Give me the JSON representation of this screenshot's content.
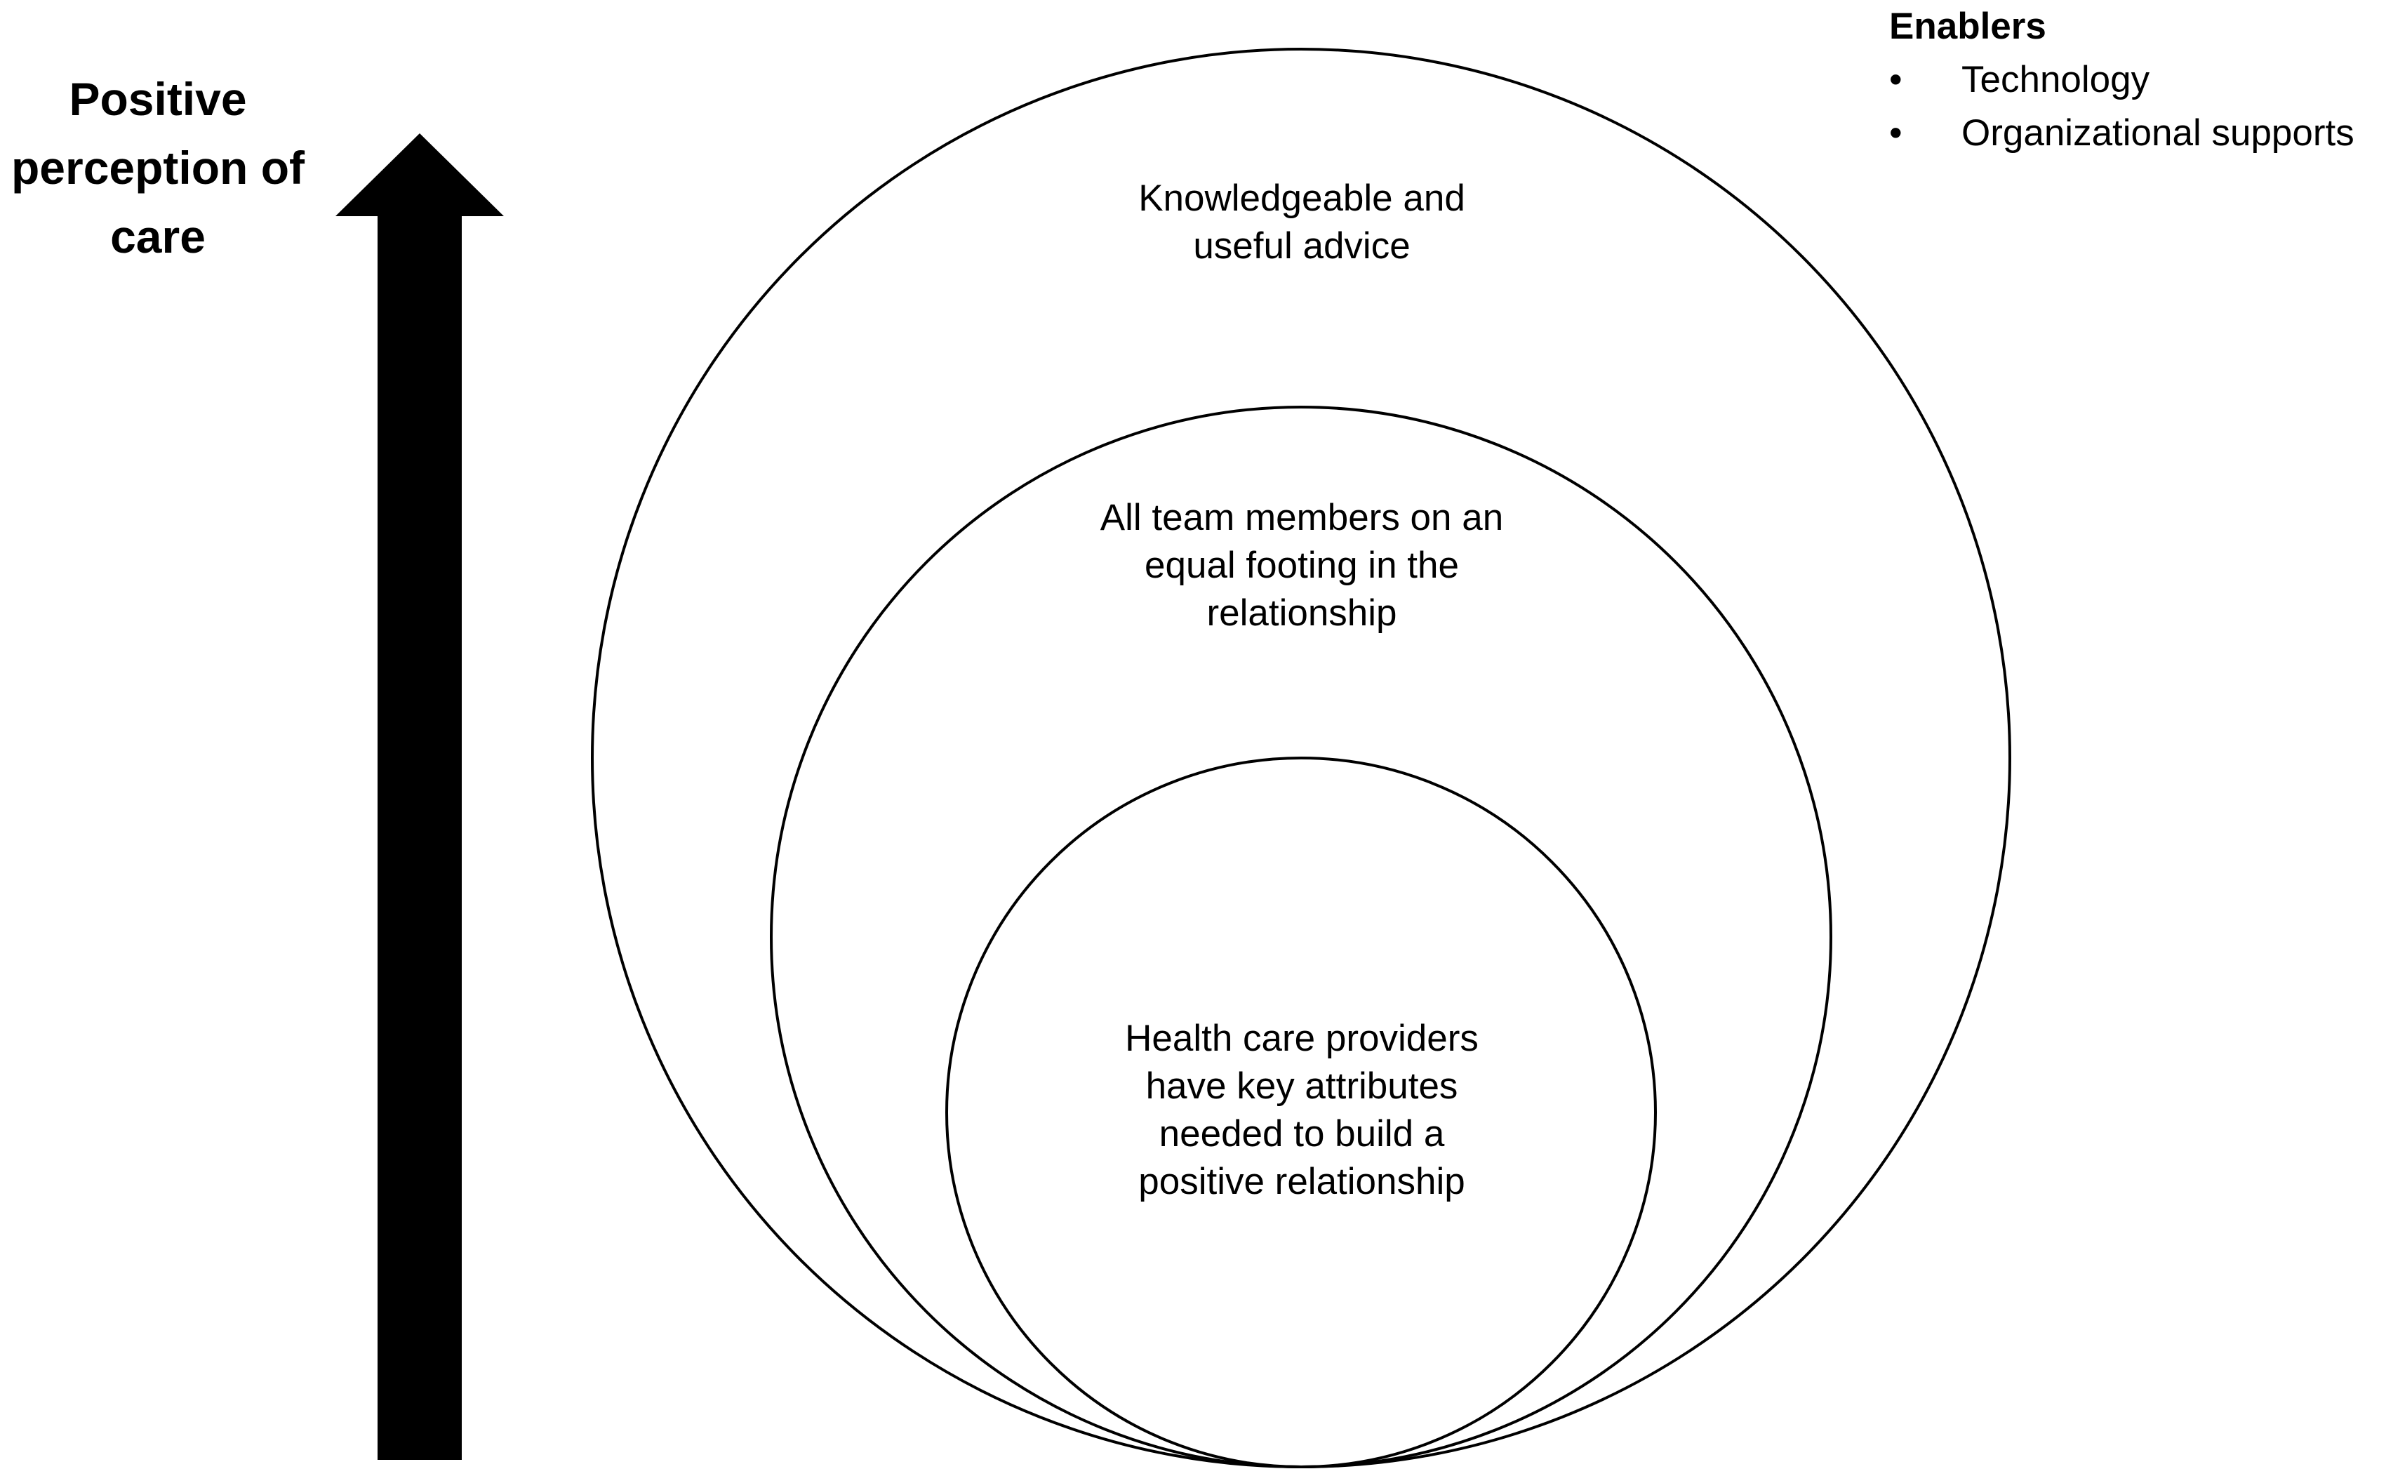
{
  "axis": {
    "label_lines": [
      "Positive",
      "perception of",
      "care"
    ],
    "direction": "up"
  },
  "circles": {
    "outer": {
      "label_lines": [
        "Knowledgeable and",
        "useful advice"
      ]
    },
    "middle": {
      "label_lines": [
        "All team members on an",
        "equal footing in the",
        "relationship"
      ]
    },
    "inner": {
      "label_lines": [
        "Health care providers",
        "have key attributes",
        "needed to build a",
        "positive relationship"
      ]
    }
  },
  "enablers": {
    "title": "Enablers",
    "items": [
      "Technology",
      "Organizational supports"
    ]
  },
  "colors": {
    "stroke": "#000000",
    "arrow_fill": "#000000",
    "background": "#ffffff"
  }
}
